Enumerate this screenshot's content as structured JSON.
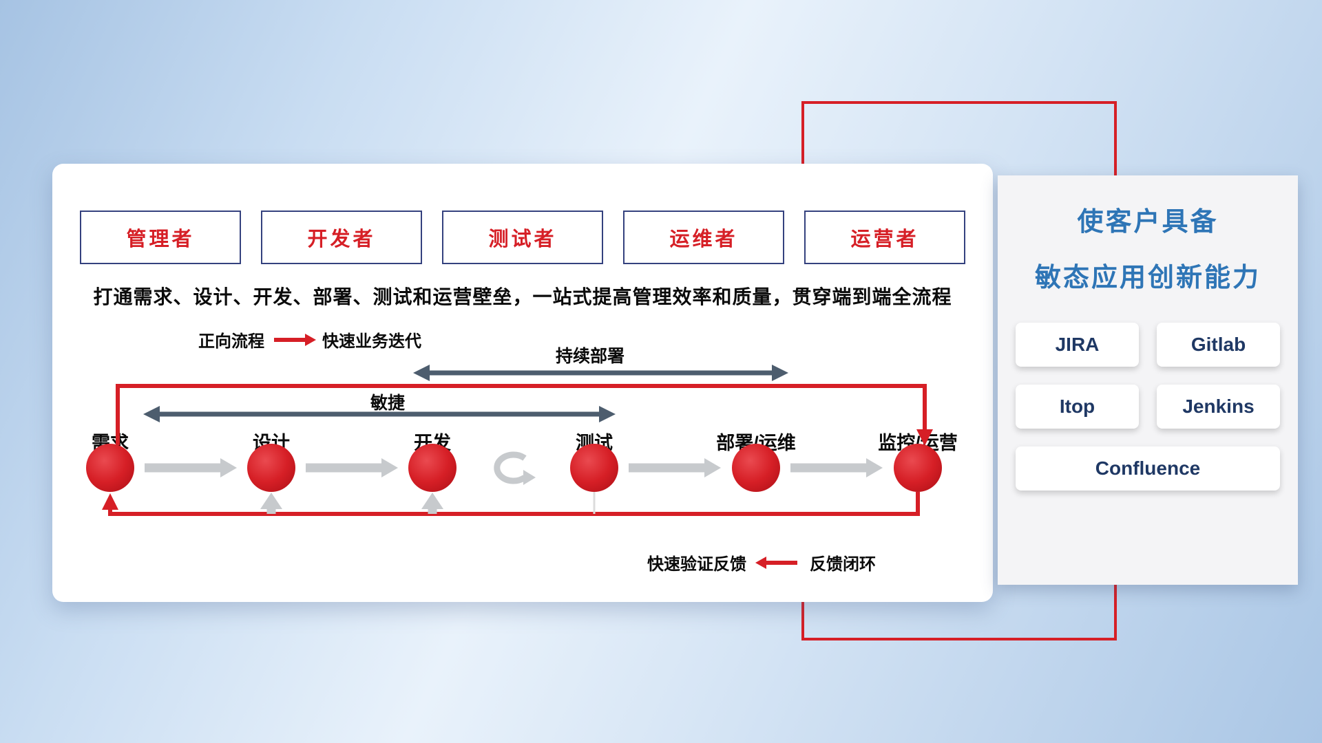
{
  "panel": {
    "roles": [
      "管理者",
      "开发者",
      "测试者",
      "运维者",
      "运营者"
    ],
    "description": "打通需求、设计、开发、部署、测试和运营壁垒，一站式提高管理效率和质量，贯穿端到端全流程",
    "forward_legend": {
      "label": "正向流程",
      "value": "快速业务迭代"
    },
    "continuous_deploy_label": "持续部署",
    "agile_label": "敏捷",
    "nodes": [
      "需求",
      "设计",
      "开发",
      "测试",
      "部署/运维",
      "监控/运营"
    ],
    "feedback_legend": {
      "label": "快速验证反馈",
      "value": "反馈闭环"
    }
  },
  "right_panel": {
    "title_line1": "使客户具备",
    "title_line2": "敏态应用创新能力",
    "tools": [
      "JIRA",
      "Gitlab",
      "Itop",
      "Jenkins",
      "Confluence"
    ]
  },
  "colors": {
    "brand_red": "#d61f26",
    "dark_arrow": "#4d5d6e",
    "light_arrow": "#c7cacd",
    "title_blue": "#2e75b6",
    "tool_text": "#1f3864",
    "role_border": "#34417e"
  }
}
